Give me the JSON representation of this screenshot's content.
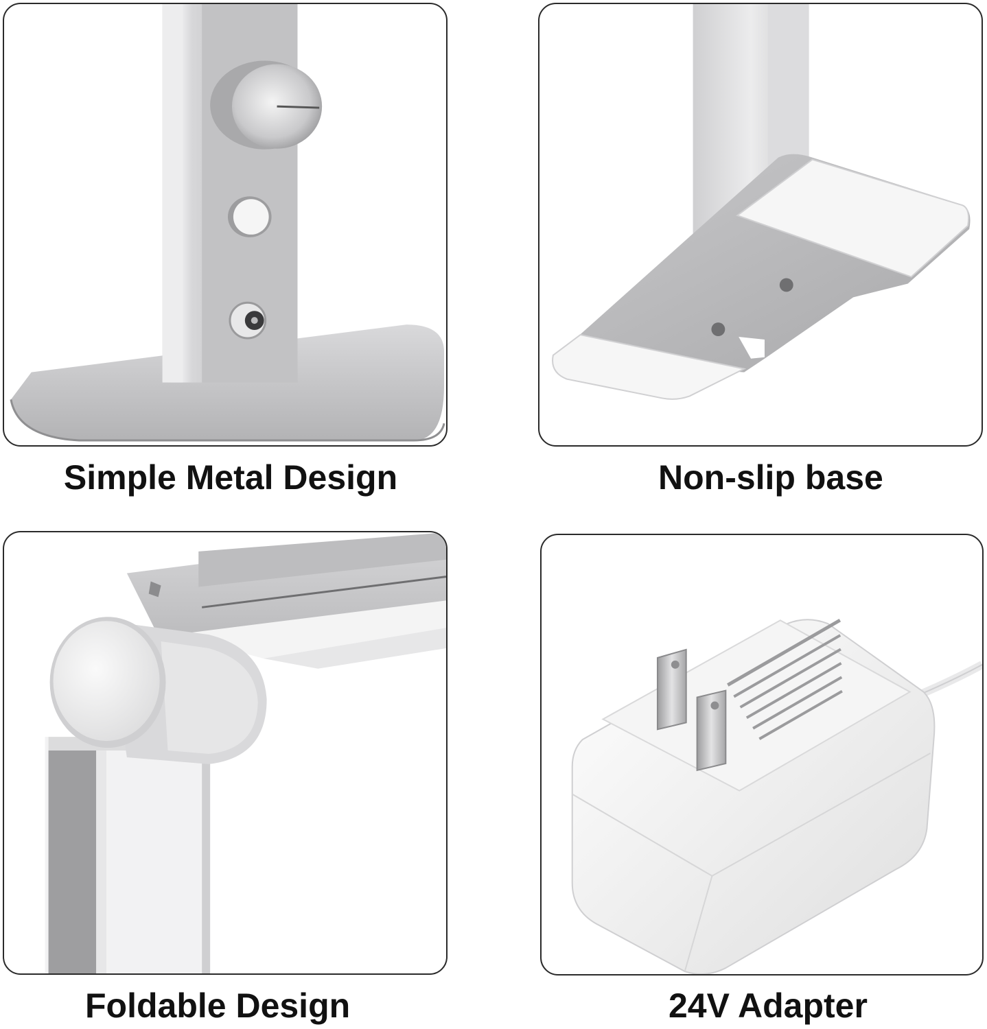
{
  "features": [
    {
      "caption": "Simple Metal Design"
    },
    {
      "caption": "Non-slip base"
    },
    {
      "caption": "Foldable Design"
    },
    {
      "caption": "24V Adapter"
    }
  ],
  "colors": {
    "panel_border": "#2a2a2a",
    "caption_text": "#111111",
    "aluminum": "#c9c9cb",
    "white_plastic": "#f3f3f3"
  }
}
